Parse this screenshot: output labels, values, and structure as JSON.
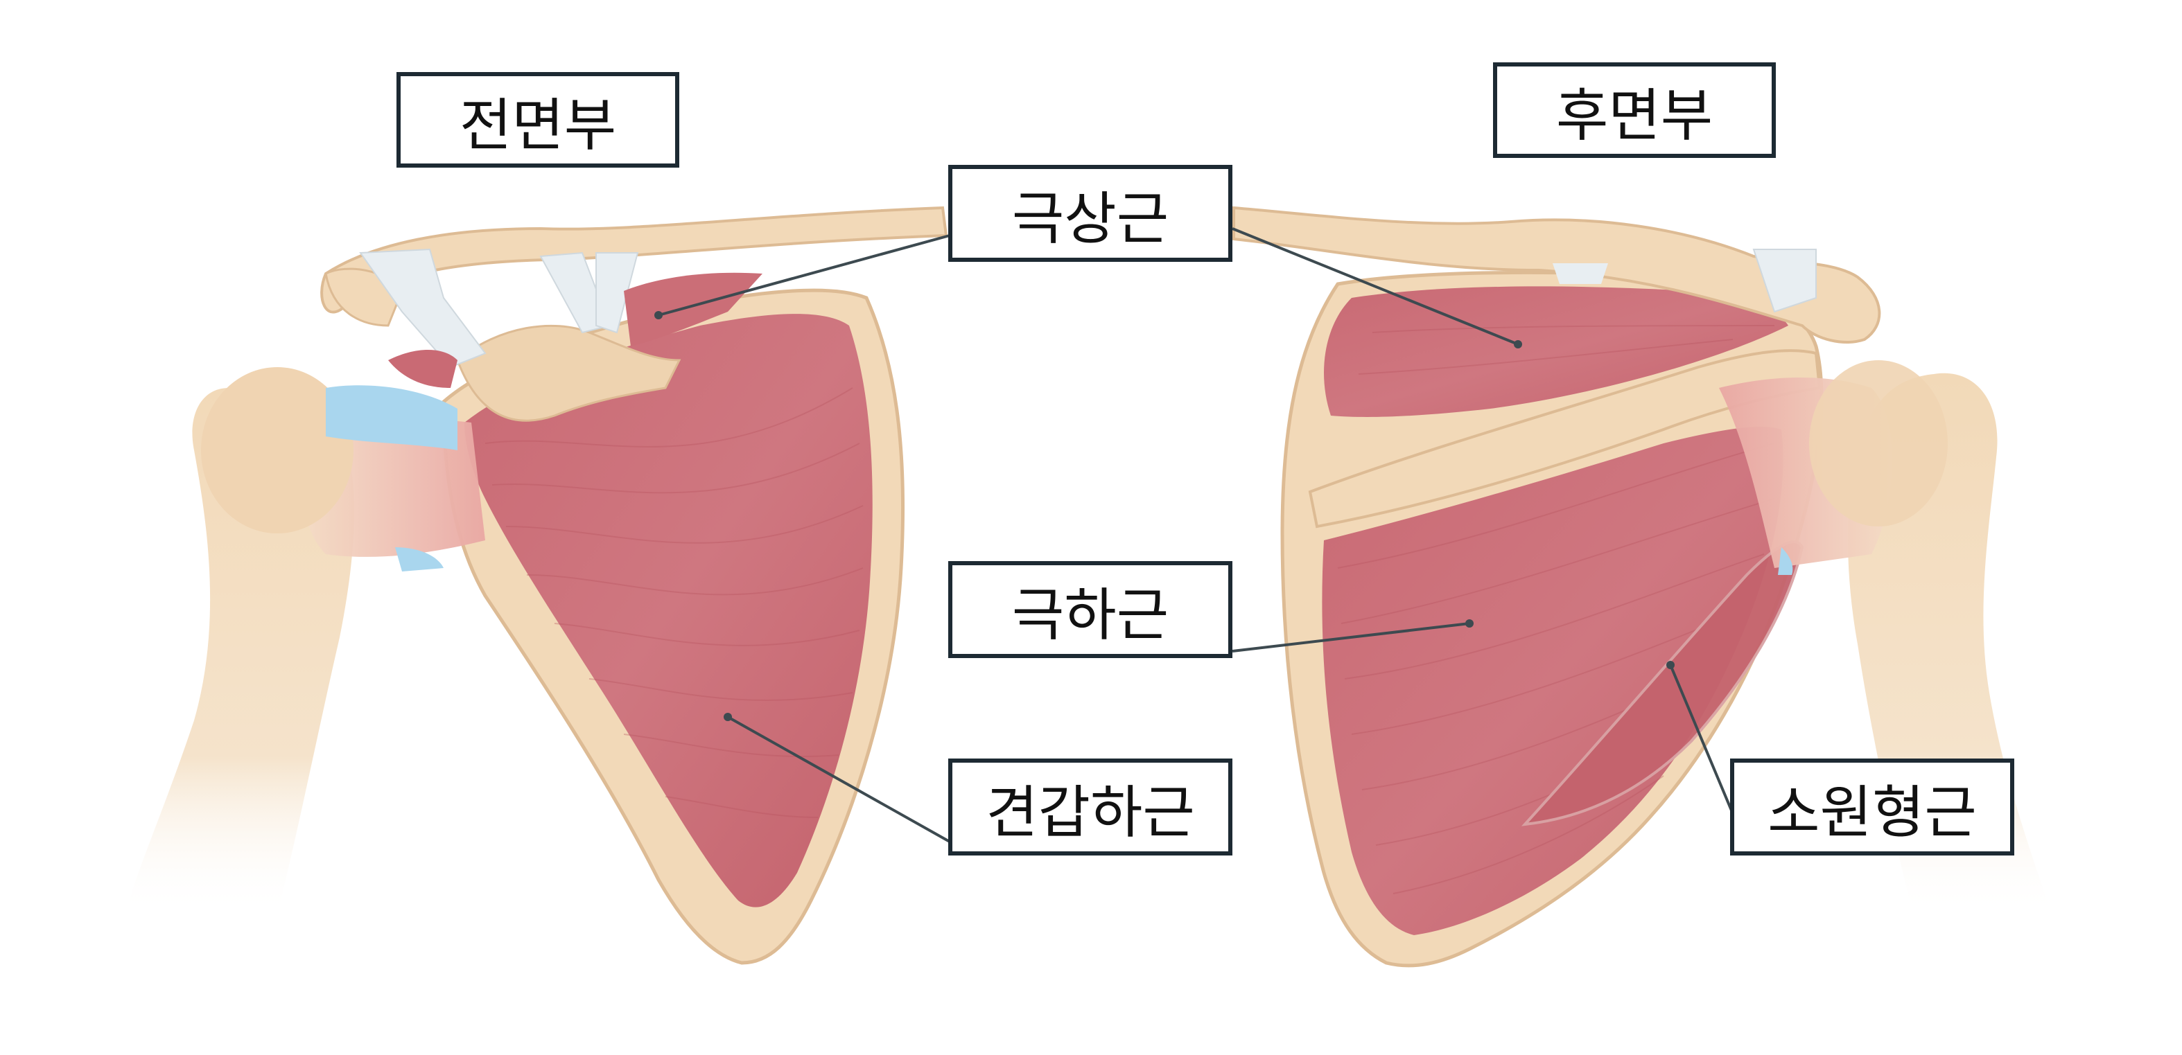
{
  "views": {
    "front": "전면부",
    "back": "후면부"
  },
  "muscles": {
    "supraspinatus": "극상근",
    "infraspinatus": "극하근",
    "subscapularis": "견갑하근",
    "teres_minor": "소원형근"
  },
  "colors": {
    "bone": "#f2d9b8",
    "bone_edge": "#ddbb94",
    "muscle": "#cd737b",
    "muscle_dark": "#b95862",
    "ligament": "#e8eef2",
    "cartilage": "#a9d6ee",
    "label_border": "#1d2a33",
    "leader_line": "#3d4a50"
  }
}
